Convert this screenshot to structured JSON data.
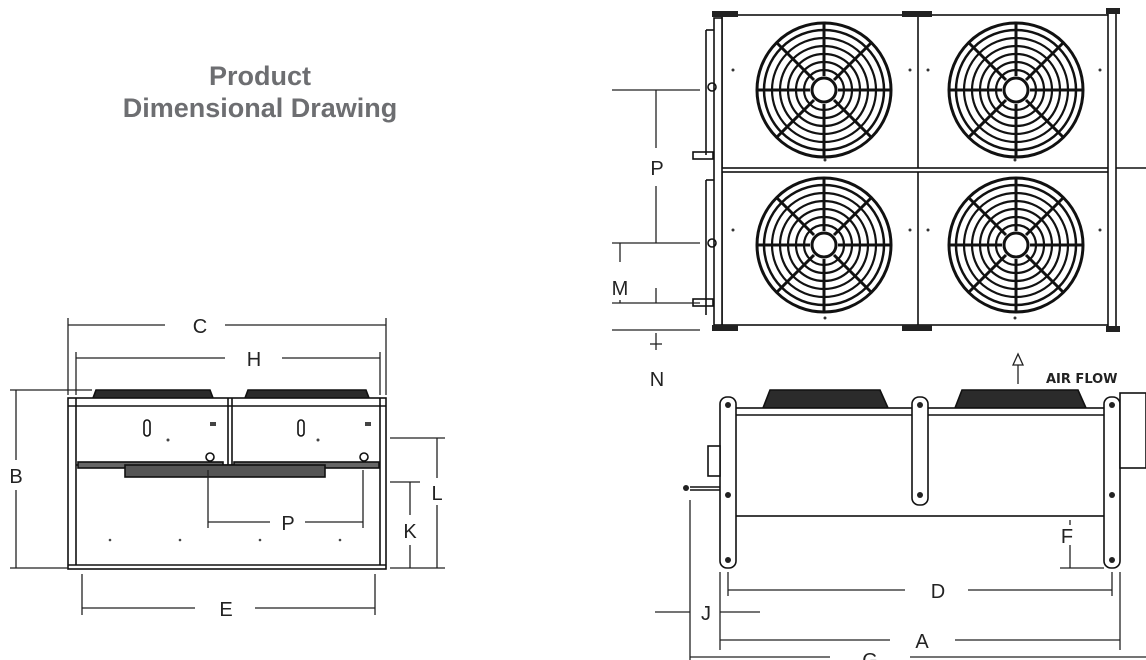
{
  "title": {
    "line1": "Product",
    "line2": "Dimensional Drawing"
  },
  "airflow_label": "AIR FLOW",
  "labels": {
    "A": "A",
    "B": "B",
    "C": "C",
    "D": "D",
    "E": "E",
    "F": "F",
    "G": "G",
    "H": "H",
    "J": "J",
    "K": "K",
    "L": "L",
    "M": "M",
    "N": "N",
    "P_top": "P",
    "P_front": "P"
  },
  "icons": {
    "fan": "fan-guard-icon",
    "arrow": "airflow-arrow-icon"
  },
  "colors": {
    "title": "#6d6e71",
    "line": "#222222"
  }
}
